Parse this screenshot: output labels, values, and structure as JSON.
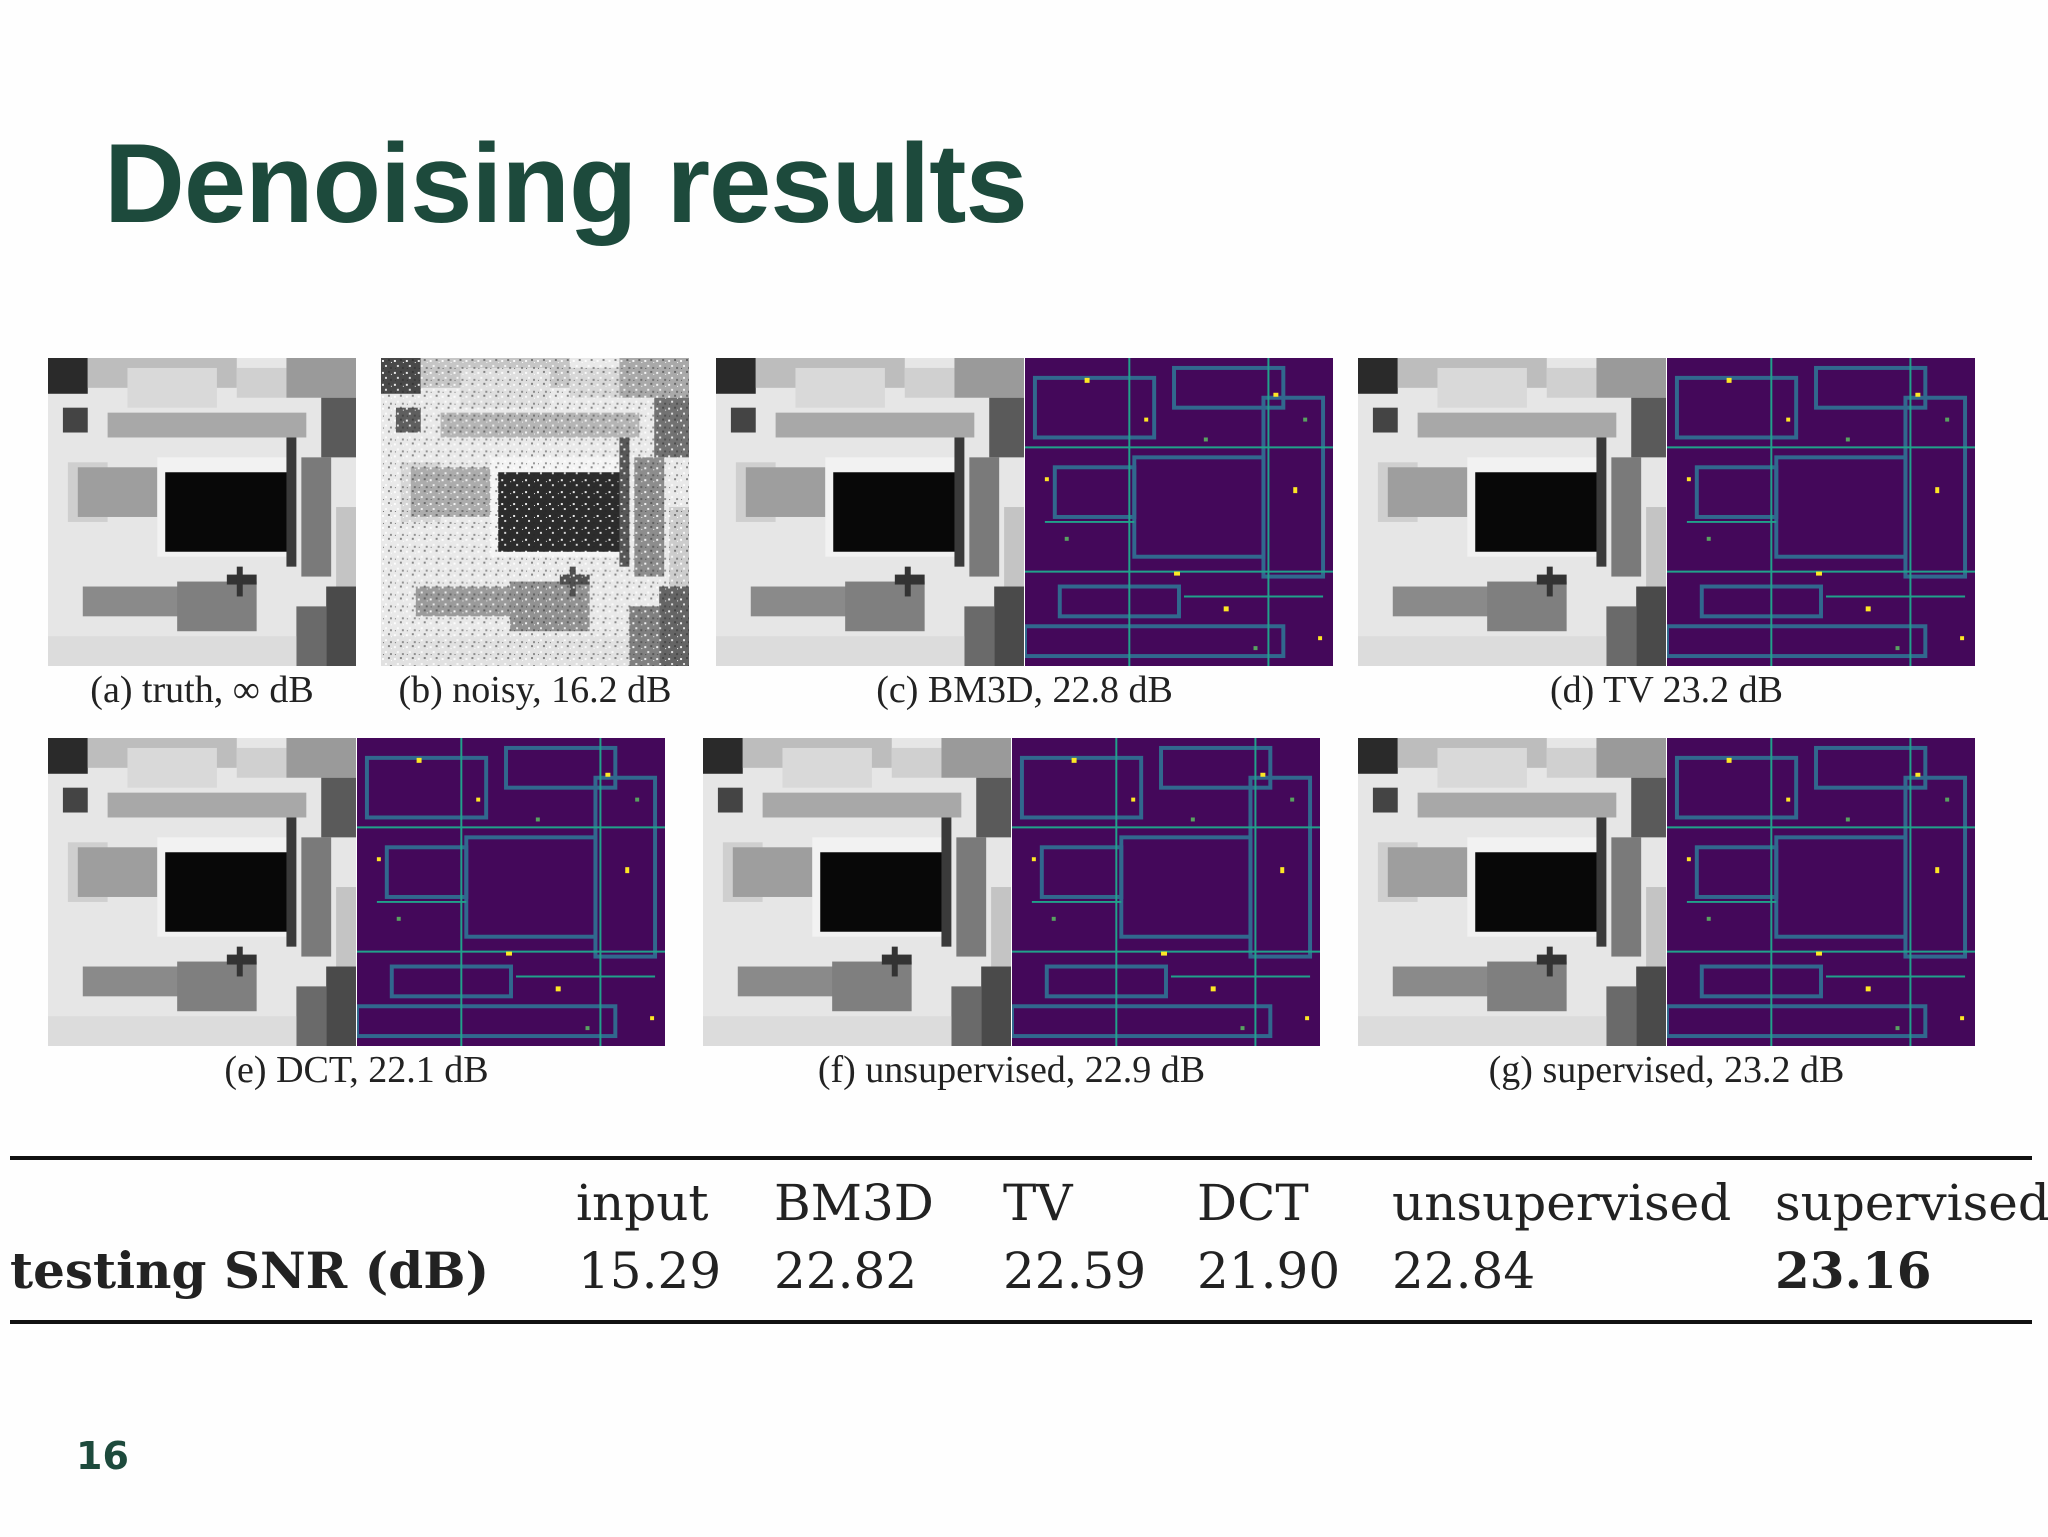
{
  "slide": {
    "title": "Denoising results",
    "page_number": "16"
  },
  "figure": {
    "captions": {
      "a": "(a) truth, ∞ dB",
      "b": "(b) noisy, 16.2 dB",
      "c": "(c) BM3D, 22.8 dB",
      "d": "(d) TV 23.2 dB",
      "e": "(e) DCT, 22.1 dB",
      "f": "(f) unsupervised, 22.9 dB",
      "g": "(g) supervised, 23.2 dB"
    },
    "colors": {
      "heatmap_base": "#44085a",
      "heatmap_mid": "#31688e",
      "heatmap_hi": "#21a18a",
      "heatmap_peak": "#fde725"
    }
  },
  "table": {
    "row_label": "testing SNR (dB)",
    "columns": [
      "input",
      "BM3D",
      "TV",
      "DCT",
      "unsupervised",
      "supervised"
    ],
    "values": [
      "15.29",
      "22.82",
      "22.59",
      "21.90",
      "22.84",
      "23.16"
    ],
    "best_column": "supervised"
  }
}
